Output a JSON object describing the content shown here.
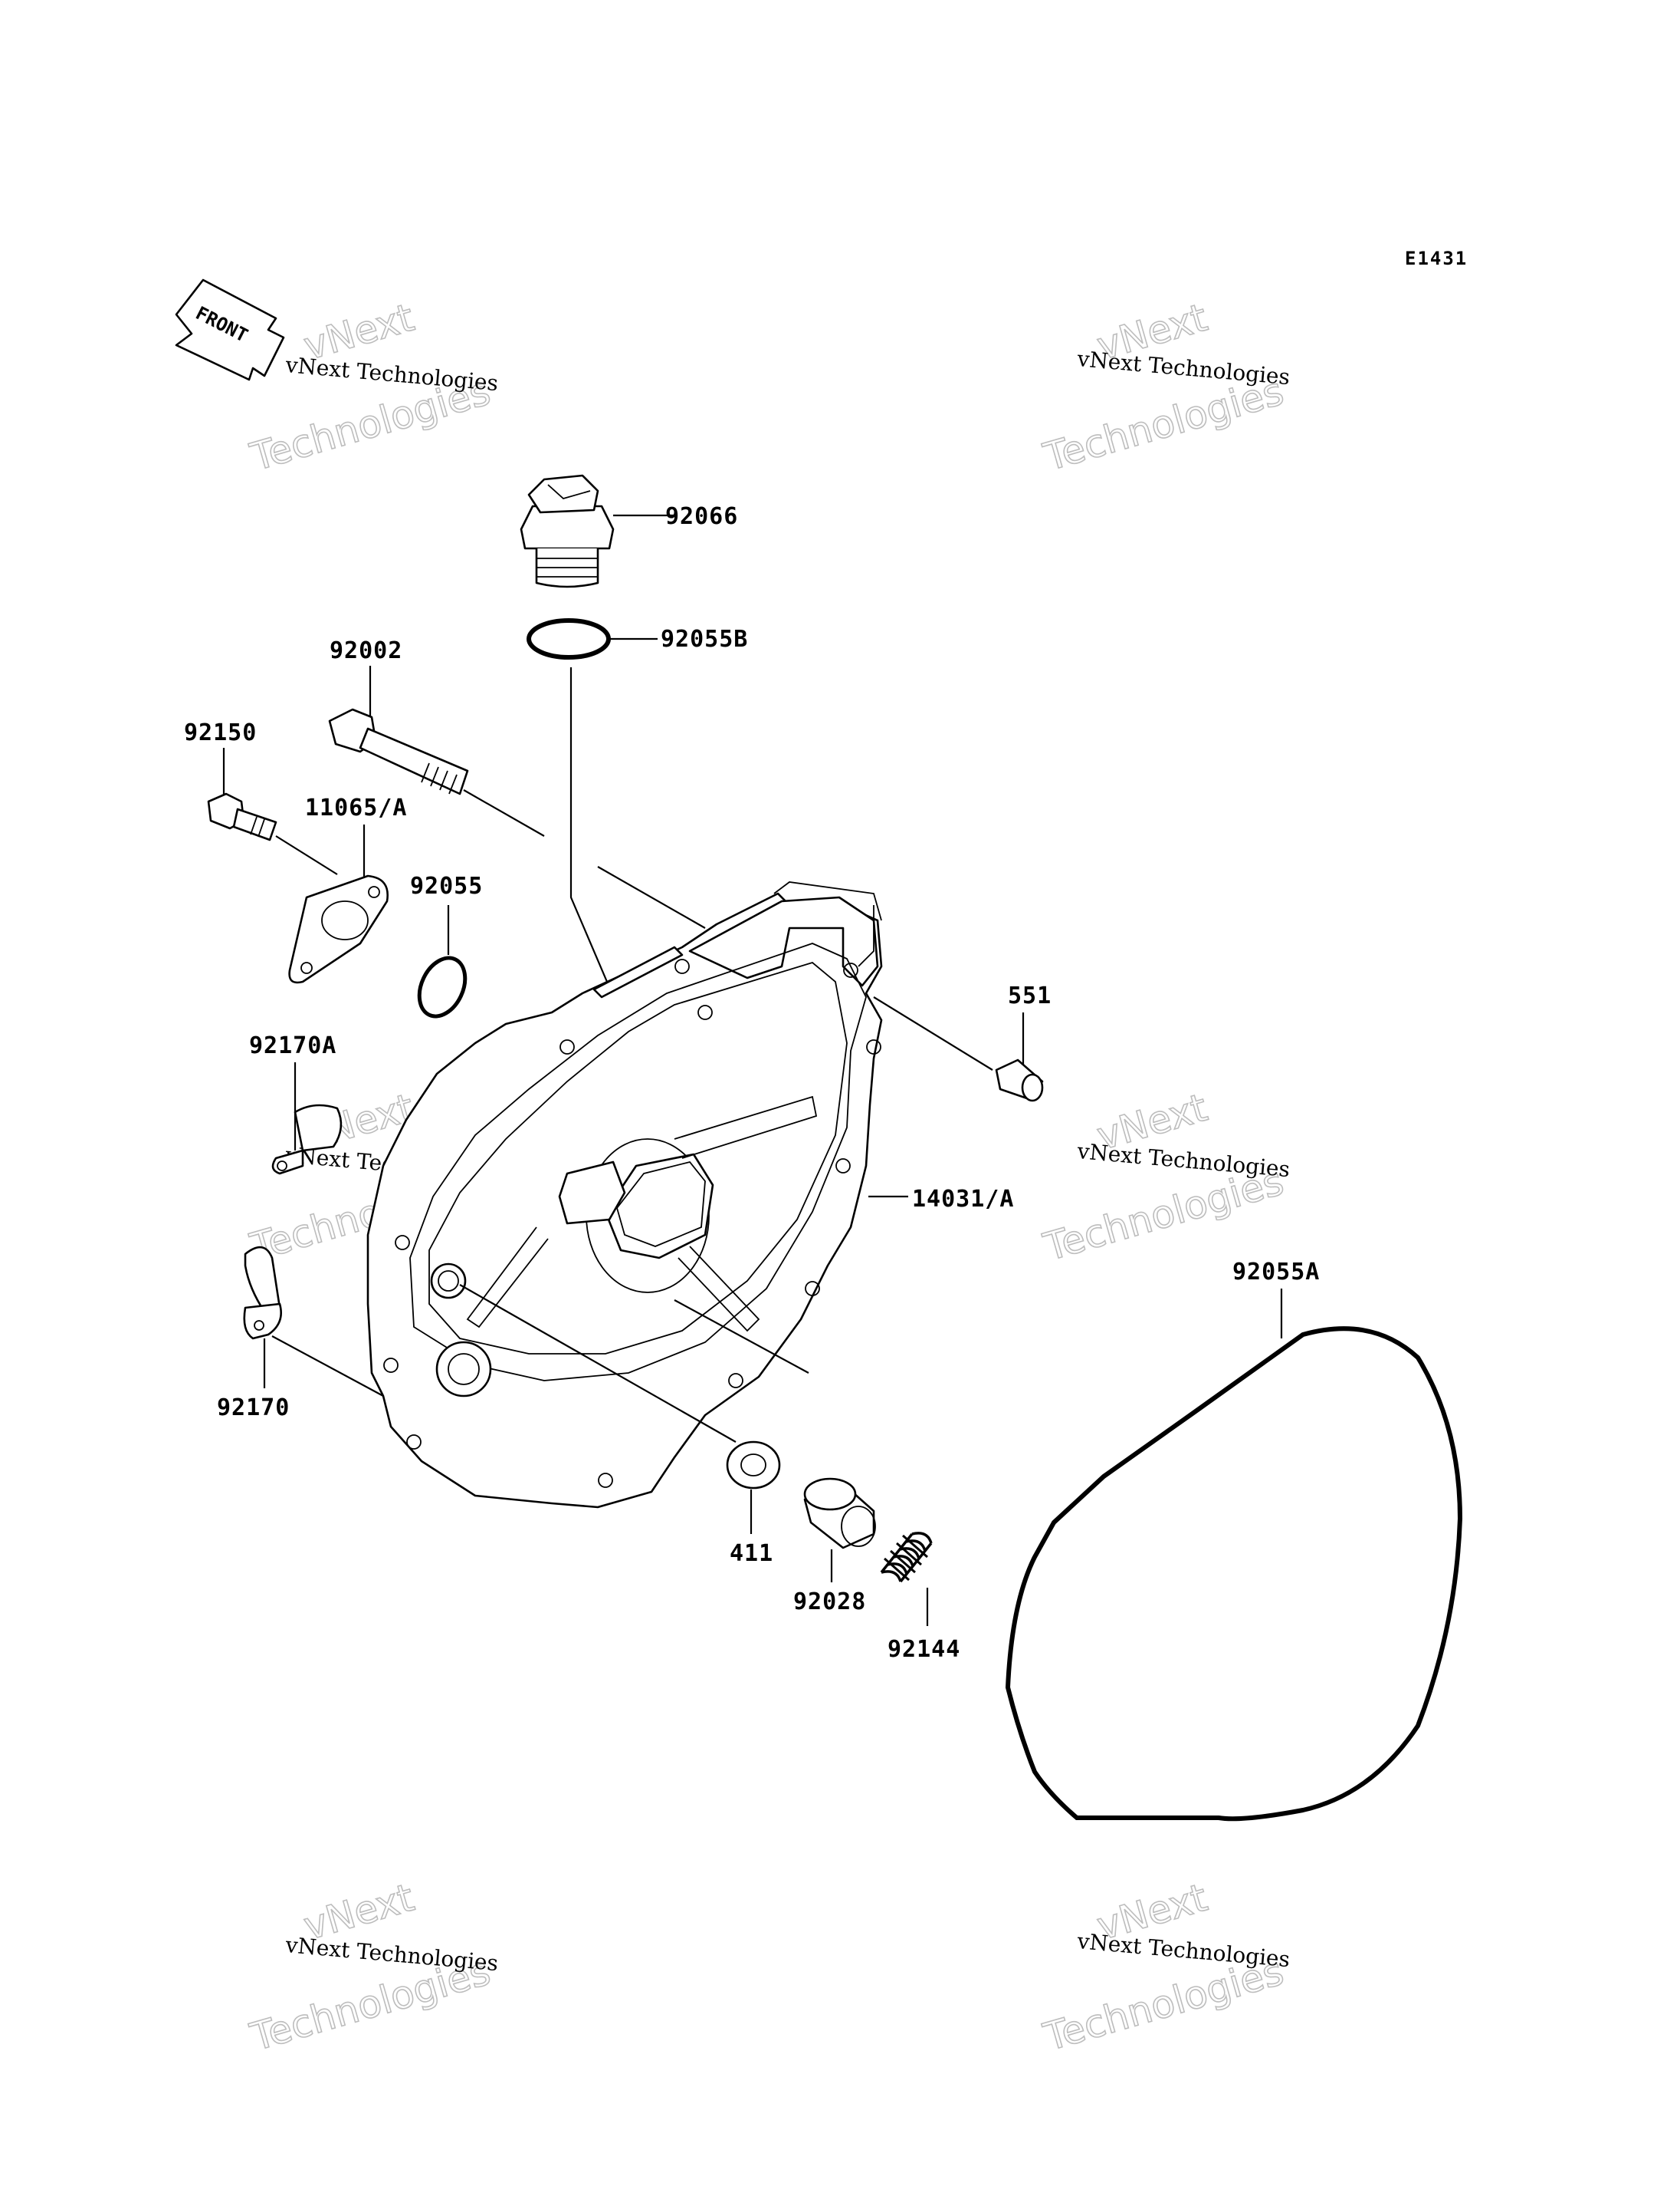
{
  "diagram_code": "E1431",
  "front_label": "FRONT",
  "watermark": {
    "line1": "vNext Technologies",
    "line2a": "vNext",
    "line2b": "Technologies"
  },
  "parts": {
    "p92066": "92066",
    "p92055B": "92055B",
    "p92002": "92002",
    "p92150": "92150",
    "p11065A": "11065/A",
    "p92055": "92055",
    "p551": "551",
    "p92170A": "92170A",
    "p14031A": "14031/A",
    "p92055A": "92055A",
    "p92170": "92170",
    "p411": "411",
    "p92028": "92028",
    "p92144": "92144"
  }
}
